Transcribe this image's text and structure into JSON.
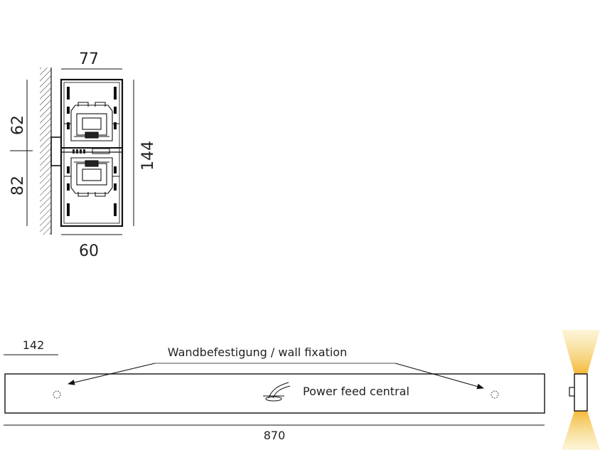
{
  "section_view": {
    "dim_top": "77",
    "dim_bottom": "60",
    "dim_height": "144",
    "dim_upper": "62",
    "dim_lower": "82"
  },
  "long_view": {
    "dim_offset": "142",
    "label_wall_fixation": "Wandbefestigung / wall fixation",
    "label_power_feed": "Power feed central",
    "dim_length": "870"
  },
  "colors": {
    "line": "#1a1a1a",
    "light_beam": "#f3c847"
  }
}
